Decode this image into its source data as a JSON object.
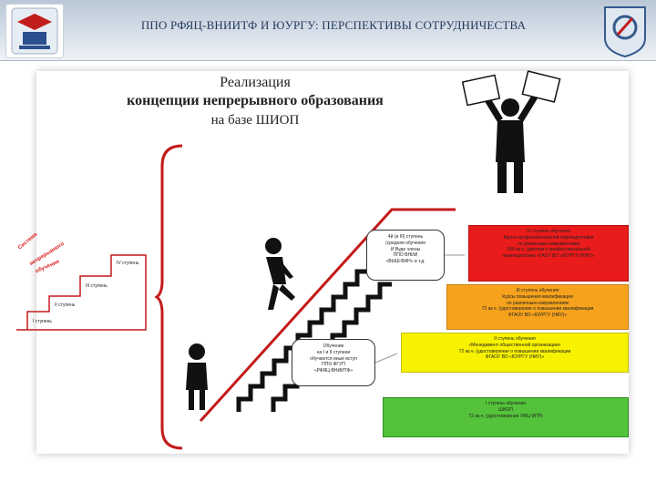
{
  "header": {
    "title": "ППО РФЯЦ-ВНИИТФ И ЮУРГУ: ПЕРСПЕКТИВЫ СОТРУДНИЧЕСТВА"
  },
  "slide": {
    "title_line1": "Реализация",
    "title_line2": "концепции непрерывного образования",
    "title_line3": "на базе  ШИОП"
  },
  "colors": {
    "red": "#ea1b1b",
    "orange": "#f6a21d",
    "yellow": "#f8f200",
    "green": "#54c23a"
  },
  "stairs": {
    "arc_label": [
      "Система",
      "непрерывного",
      "обучения"
    ],
    "steps": [
      "I ступень",
      "II ступень",
      "III ступень",
      "IV ступень"
    ]
  },
  "callouts": {
    "upper": [
      "4й (и III) ступень",
      "(средняя обучения",
      "И Вуде члены",
      "ППО ВНИИ",
      "«ВЫШ-ВИН» и т.д."
    ],
    "lower": [
      "Обучение",
      "на I и II ступени",
      "обучаются иные вступ",
      "ППО ФГУП",
      "«РФЯЦ-ВНИИТФ»"
    ]
  },
  "boxes": {
    "red": [
      "IV ступень обучения",
      "Курсы профессиональной переподготовки",
      "по различным направлениям",
      "500 ак.ч. (диплом о профессиональной",
      "переподготовке «ГАОУ ВО «ЮУРГУ (НИУ)»"
    ],
    "orange": [
      "III ступень обучения",
      "Курсы повышения квалификации",
      "по различным направлениям",
      "72 ак.ч. (удостоверение о повышении квалификации",
      "ФГАОУ ВО «ЮУРГУ (НИУ)»"
    ],
    "yellow": [
      "II ступень обучения",
      "«Менеджмент общественной организации»",
      "72 ак.ч. (удостоверение о повышении квалификации",
      "ФГАОУ ВО «ЮУРГУ (НИУ)»"
    ],
    "green": [
      "I ступень обучения",
      "ШИОП",
      "72 ак.ч. (удостоверение УМЦ ФПР)"
    ]
  }
}
